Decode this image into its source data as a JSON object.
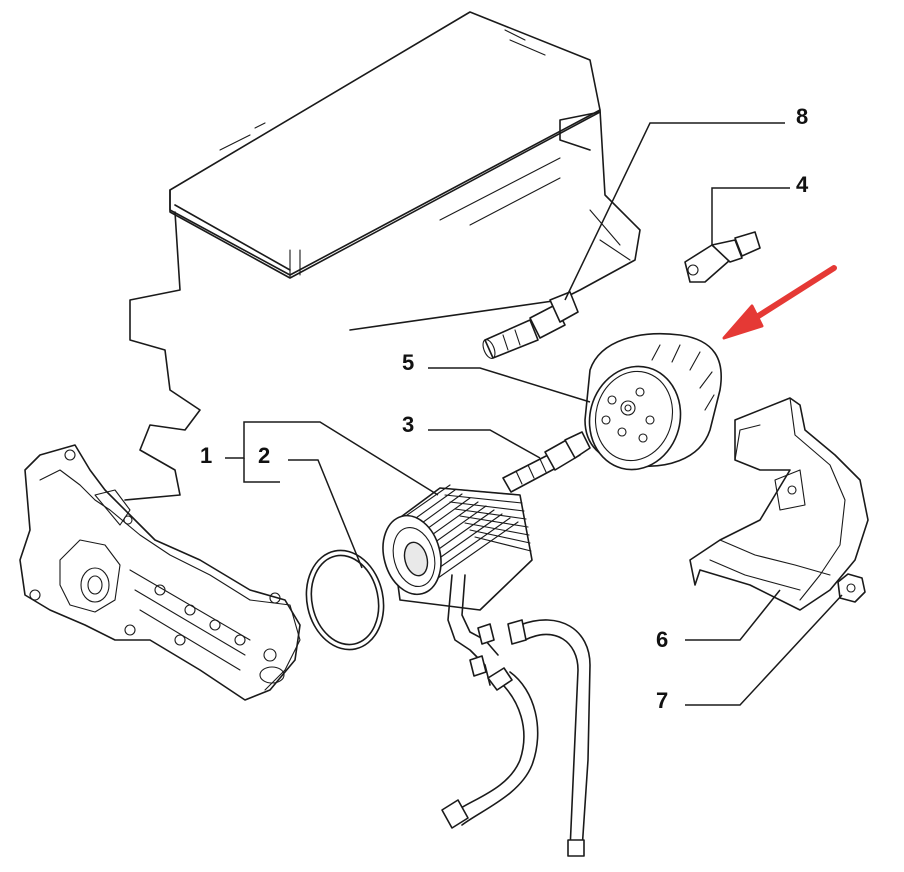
{
  "callouts": [
    {
      "id": "1",
      "label": "1"
    },
    {
      "id": "2",
      "label": "2"
    },
    {
      "id": "3",
      "label": "3"
    },
    {
      "id": "4",
      "label": "4"
    },
    {
      "id": "5",
      "label": "5"
    },
    {
      "id": "6",
      "label": "6"
    },
    {
      "id": "7",
      "label": "7"
    },
    {
      "id": "8",
      "label": "8"
    }
  ],
  "highlight": {
    "target": "5",
    "arrow_color": "#e53935"
  },
  "colors": {
    "line": "#1a1a1a",
    "background": "#ffffff",
    "arrow": "#e53935"
  }
}
